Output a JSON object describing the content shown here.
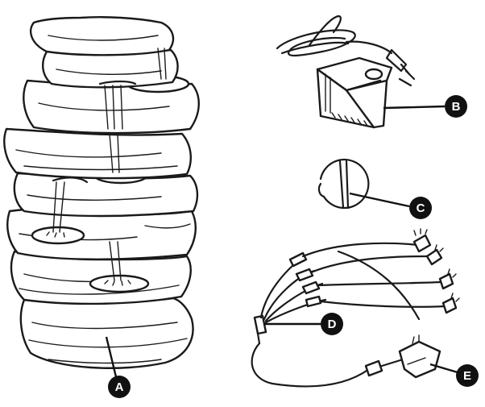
{
  "parts": [
    {
      "id": "A",
      "label": "A",
      "part": "fountain",
      "icon": "rock-fountain-icon"
    },
    {
      "id": "B",
      "label": "B",
      "part": "pump",
      "icon": "pump-icon"
    },
    {
      "id": "C",
      "label": "C",
      "part": "clip",
      "icon": "ring-clip-icon"
    },
    {
      "id": "D",
      "label": "D",
      "part": "light-splitter",
      "icon": "splitter-cable-icon"
    },
    {
      "id": "E",
      "label": "E",
      "part": "adapter",
      "icon": "adapter-icon"
    }
  ],
  "colors": {
    "ink": "#1a1a1a",
    "badge": "#111111",
    "badge_text": "#ffffff",
    "background": "#ffffff"
  }
}
